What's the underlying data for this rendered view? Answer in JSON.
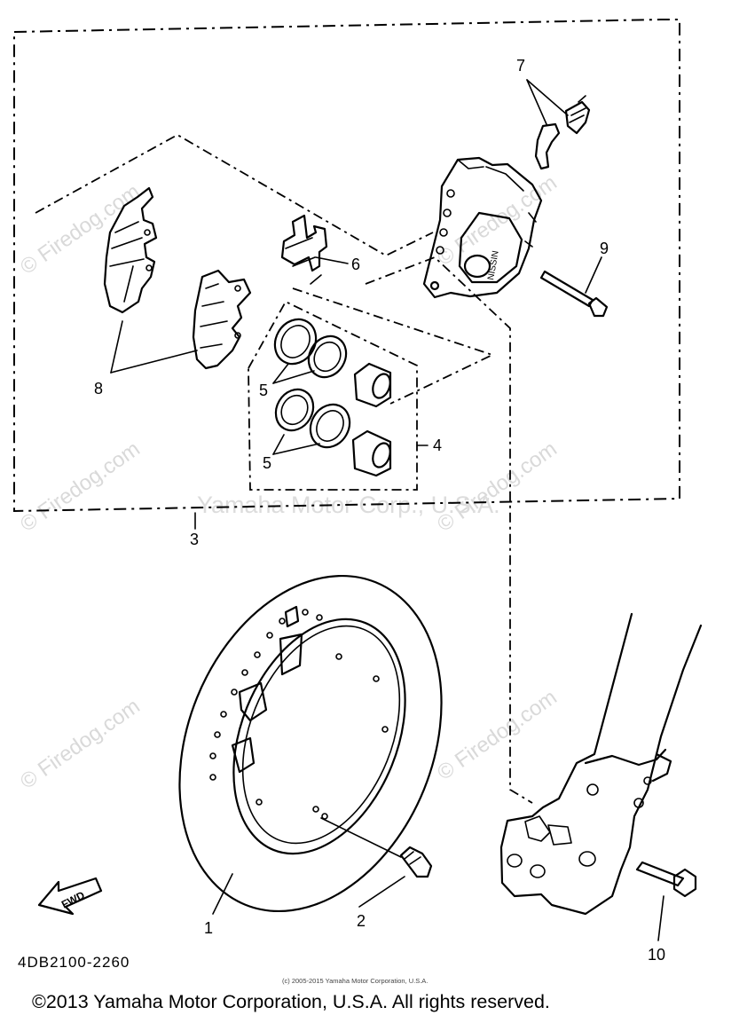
{
  "callouts": {
    "c1": "1",
    "c2": "2",
    "c3": "3",
    "c4": "4",
    "c5a": "5",
    "c5b": "5",
    "c6": "6",
    "c7": "7",
    "c8": "8",
    "c9": "9",
    "c10": "10"
  },
  "fwd_label": "FWD",
  "part_code": "4DB2100-2260",
  "watermarks": {
    "firedog": "© Firedog.com",
    "yamaha": "Yamaha Motor Corp., U.S.A."
  },
  "small_copyright": "(c) 2005-2015 Yamaha Motor Corporation, U.S.A.",
  "copyright": "©2013 Yamaha Motor Corporation, U.S.A. All rights reserved.",
  "caliper_marking": "NISSIN"
}
